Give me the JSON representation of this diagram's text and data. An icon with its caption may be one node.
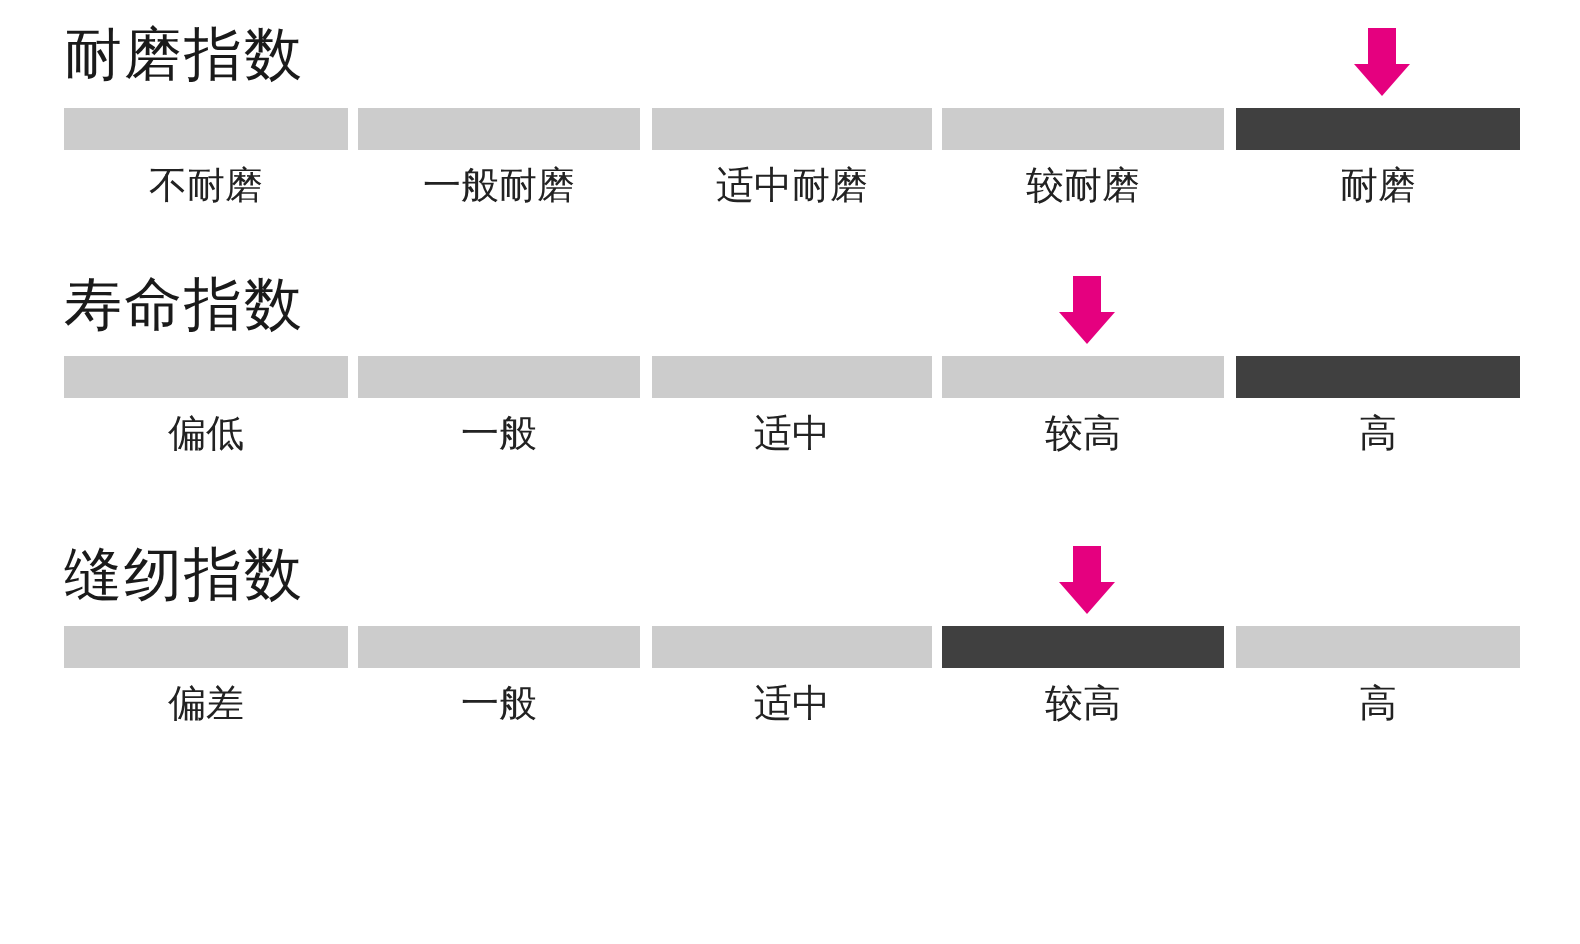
{
  "diagram": {
    "nodes": [
      {
        "text": [],
        "shape": "bar",
        "beside": [
          "不耐磨"
        ]
      },
      {
        "text": [],
        "shape": "bar",
        "beside": [
          "一般耐磨"
        ]
      },
      {
        "text": [],
        "shape": "bar",
        "beside": [
          "适中耐磨"
        ]
      },
      {
        "text": [],
        "shape": "bar",
        "beside": [
          "较耐磨"
        ]
      },
      {
        "text": [],
        "shape": "bar",
        "beside": [
          "耐磨"
        ]
      },
      {
        "text": [],
        "shape": "bar",
        "beside": [
          "偏低"
        ]
      },
      {
        "text": [],
        "shape": "bar",
        "beside": [
          "一般"
        ]
      },
      {
        "text": [],
        "shape": "bar",
        "beside": [
          "适中"
        ]
      },
      {
        "text": [],
        "shape": "bar",
        "beside": [
          "较高"
        ]
      },
      {
        "text": [],
        "shape": "bar",
        "beside": [
          "高"
        ]
      },
      {
        "text": [],
        "shape": "bar",
        "beside": [
          "偏差"
        ]
      },
      {
        "text": [],
        "shape": "bar",
        "beside": [
          "一般"
        ]
      },
      {
        "text": [],
        "shape": "bar",
        "beside": [
          "适中"
        ]
      },
      {
        "text": [],
        "shape": "bar",
        "beside": [
          "较高"
        ]
      },
      {
        "text": [],
        "shape": "bar",
        "beside": [
          "高"
        ]
      }
    ],
    "edges": [
      {
        "from": null,
        "to": 4,
        "arrow": "to"
      },
      {
        "from": null,
        "to": 8,
        "arrow": "to"
      },
      {
        "from": null,
        "to": 13,
        "arrow": "to"
      }
    ],
    "labels": [
      "耐磨指数",
      "寿命指数",
      "缝纫指数"
    ]
  }
}
